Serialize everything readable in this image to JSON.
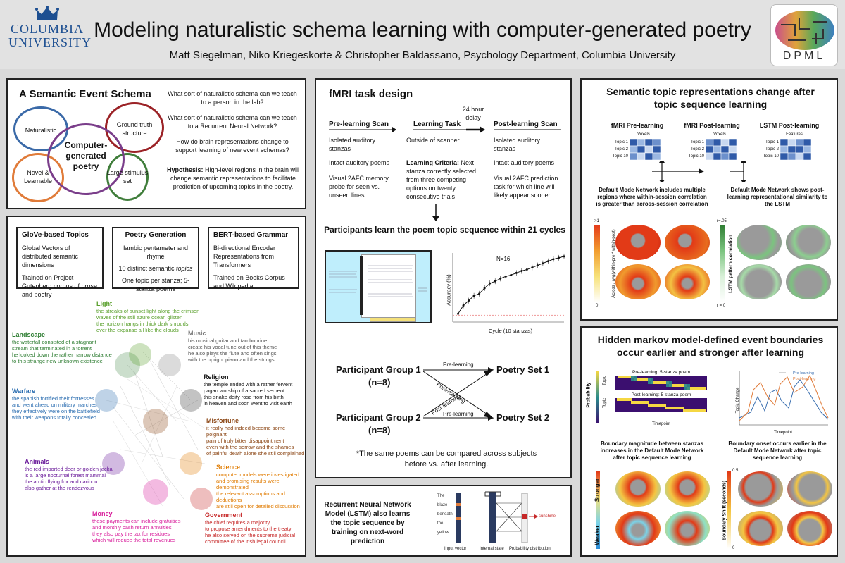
{
  "header": {
    "university_line1": "COLUMBIA",
    "university_line2": "UNIVERSITY",
    "title": "Modeling naturalistic schema learning with computer-generated poetry",
    "authors": "Matt Siegelman, Niko Kriegeskorte & Christopher Baldassano, Psychology Department, Columbia University",
    "lab_logo": "DPML"
  },
  "schema": {
    "title": "A Semantic Event Schema",
    "naturalistic": "Naturalistic",
    "ground_truth": "Ground truth structure",
    "center": "Computer-generated poetry",
    "novel": "Novel & Learnable",
    "large": "Large stimulus set",
    "q1": "What sort of naturalistic schema can we teach to a person in the lab?",
    "q2": "What sort of naturalistic schema can we teach to a Recurrent Neural Network?",
    "q3": "How do brain representations change to support learning of new event schemas?",
    "hyp_label": "Hypothesis:",
    "hyp_text": " High-level regions in the brain will change semantic representations to facilitate prediction of upcoming topics in the poetry."
  },
  "methods": {
    "glove_title": "GloVe-based Topics",
    "glove_1": "Global Vectors of distributed semantic dimensions",
    "glove_2": "Trained on Project Gutenberg corpus of prose and poetry",
    "gen_title": "Poetry Generation",
    "gen_1": "Iambic pentameter and rhyme",
    "gen_2a": "10 distinct semantic ",
    "gen_2b": "topics",
    "gen_3": "One topic per stanza; 5-stanza poems",
    "bert_title": "BERT-based Grammar",
    "bert_1": "Bi-directional Encoder Representations from Transformers",
    "bert_2": "Trained on Books Corpus and Wikipedia",
    "topics": [
      {
        "name": "Light",
        "color": "#5aa02c",
        "lines": [
          "the streaks of sunset light along the crimson",
          "waves of the still azure ocean glisten",
          "the horizon hangs in thick dark shrouds",
          "over the expanse all like the clouds"
        ]
      },
      {
        "name": "Landscape",
        "color": "#2e7d32",
        "lines": [
          "the waterfall consisted of a stagnant",
          "stream that terminated in a torrent",
          "he looked down the rather narrow distance",
          "to this strange new unknown existence"
        ]
      },
      {
        "name": "Music",
        "color": "#777777",
        "lines": [
          "his musical guitar and tambourine",
          "create his vocal tune out of this theme",
          "he also plays the flute and often sings",
          "with the upright piano and the strings"
        ]
      },
      {
        "name": "Religion",
        "color": "#111111",
        "lines": [
          "the temple ended with a rather fervent",
          "pagan worship of a sacred serpent",
          "this snake deity rose from his birth",
          "in heaven and soon went to visit earth"
        ]
      },
      {
        "name": "Warfare",
        "color": "#2a6db0",
        "lines": [
          "the spanish fortified their fortresses",
          "and went ahead on military marches",
          "they effectively were on the battlefield",
          "with their weapons totally concealed"
        ]
      },
      {
        "name": "Misfortune",
        "color": "#8b4513",
        "lines": [
          "it really had indeed become some poignant",
          "pain of truly bitter disappointment",
          "even with the sorrow and the shames",
          "of painful death alone she still complained"
        ]
      },
      {
        "name": "Animals",
        "color": "#6a1b9a",
        "lines": [
          "the red imported deer or golden jackal",
          "is a large nocturnal forest mammal",
          "the arctic flying fox and caribou",
          "also gather at the rendezvous"
        ]
      },
      {
        "name": "Science",
        "color": "#e07b00",
        "lines": [
          "computer models were investigated",
          "and promising results were demonstrated",
          "the relevant assumptions and deductions",
          "are still open for detailed discussion"
        ]
      },
      {
        "name": "Money",
        "color": "#d81b9a",
        "lines": [
          "these payments can include gratuities",
          "and monthly cash return annuities",
          "they also pay the tax for residues",
          "which will reduce the total revenues"
        ]
      },
      {
        "name": "Government",
        "color": "#c62828",
        "lines": [
          "the chief requires a majority",
          "to propose amendments to the treaty",
          "he also served on the supreme judicial",
          "committee of the irish legal council"
        ]
      }
    ]
  },
  "fmri": {
    "title": "fMRI task design",
    "pre_title": "Pre-learning Scan",
    "pre_items": [
      "Isolated auditory stanzas",
      "Intact auditory poems",
      "Visual 2AFC memory probe for seen vs. unseen lines"
    ],
    "learn_title": "Learning Task",
    "learn_1": "Outside of scanner",
    "learn_crit_label": "Learning Criteria:",
    "learn_crit_text": " Next stanza correctly selected from three competing options on twenty consecutive trials",
    "delay": "24 hour delay",
    "post_title": "Post-learning Scan",
    "post_items": [
      "Isolated auditory stanzas",
      "Intact auditory poems",
      "Visual 2AFC prediction task for which line will likely appear sooner"
    ],
    "participants_heading": "Participants learn the poem topic sequence within 21 cycles",
    "group1": "Participant Group 1",
    "group2": "Participant Group 2",
    "n1": "(n=8)",
    "n2": "(n=8)",
    "set1": "Poetry Set 1",
    "set2": "Poetry Set 2",
    "pre_label_top": "Pre-learning",
    "post_label_diag1": "Post-learning",
    "post_label_diag2": "Post-learning",
    "pre_label_bottom": "Pre-learning",
    "footnote": "*The same poems can be compared across subjects before vs. after learning."
  },
  "acc_chart": {
    "annotation": "N=16",
    "xlabel": "Cycle (10 stanzas)",
    "ylabel": "Accuracy (%)"
  },
  "chart_data": {
    "type": "line",
    "x": [
      1,
      2,
      3,
      4,
      5,
      6,
      7,
      8,
      9,
      10,
      11,
      12,
      13,
      14,
      15,
      16,
      17,
      18,
      19,
      20,
      21
    ],
    "values": [
      12,
      24,
      31,
      38,
      41,
      49,
      56,
      59,
      63,
      66,
      68,
      71,
      74,
      76,
      79,
      82,
      85,
      88,
      91,
      93,
      95
    ],
    "xlabel": "Cycle (10 stanzas)",
    "ylabel": "Accuracy (%)",
    "ylim": [
      0,
      100
    ]
  },
  "lstm": {
    "text": "Recurrent Neural Network Model (LSTM) also learns the topic sequence by training on next-word prediction",
    "words": [
      "The",
      "blaze",
      "beneath",
      "the",
      "yellow"
    ],
    "output_word": "sunshine",
    "input_label": "Input vector",
    "internal_label": "Internal state",
    "prob_label": "Probability distribution"
  },
  "semantic": {
    "title": "Semantic topic representations change after topic sequence learning",
    "pre": "fMRI Pre-learning",
    "post": "fMRI Post-learning",
    "lstm": "LSTM Post-learning",
    "voxels": "Voxels",
    "features": "Features",
    "topic_labels": [
      "Topic 1",
      "Topic 2",
      "Topic 10"
    ],
    "dmn_left": "Default Mode Network includes multiple regions where within-session correlation is greater than across-session correlation",
    "dmn_right": "Default Mode Network shows post-learning representational similarity to the LSTM",
    "left_axis": "Across / avg(within-pre * within-post)",
    "right_axis": "LSTM pattern correlation",
    "left_top": ">1",
    "left_bottom": "0",
    "right_top": "r=.05",
    "right_bottom": "r = 0"
  },
  "hmm": {
    "title": "Hidden markov model-defined event boundaries occur earlier and stronger after learning",
    "pre_heat": "Pre-learning: 5-stanza poem",
    "post_heat": "Post-learning: 5-stanza poem",
    "timepoint": "Timepoint",
    "topic": "Topic",
    "probability": "Probability",
    "legend_pre": "Pre-learning",
    "legend_post": "Post-learning",
    "topic_change": "Topic Change",
    "magnitude_text": "Boundary magnitude between stanzas increases in the Default Mode Network after topic sequence learning",
    "onset_text": "Boundary onset occurs earlier in the Default Mode Network after topic sequence learning",
    "stronger": "Stronger",
    "weaker": "Weaker",
    "shift_label": "Boundary Shift (seconds)",
    "shift_top": "0.5",
    "shift_bottom": "0"
  }
}
